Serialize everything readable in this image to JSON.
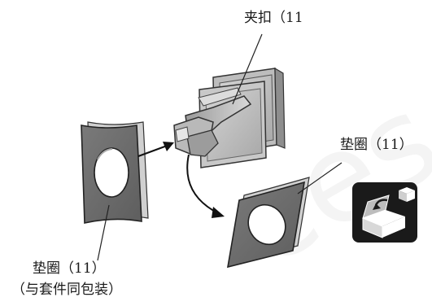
{
  "labels": {
    "clip": "夹扣（11",
    "washer_right": "垫圈（11）",
    "washer_left": "垫圈（11）",
    "washer_left_note": "（与套件同包装）"
  },
  "watermark": "ces",
  "icon": "kit-box-icon"
}
